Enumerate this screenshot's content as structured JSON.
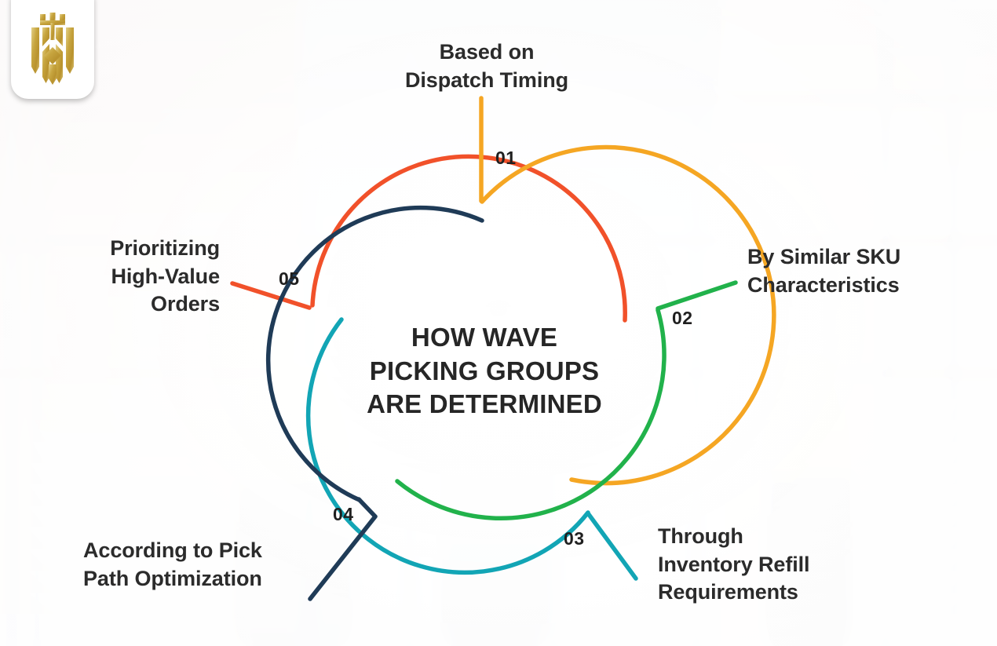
{
  "brand": {
    "logo_icon": "heraldic-shield-crest-icon",
    "logo_color": "#c9a227"
  },
  "center": {
    "title": "HOW WAVE\nPICKING GROUPS\nARE DETERMINED"
  },
  "colors": {
    "step_01": "#f5a623",
    "step_02": "#21b24b",
    "step_03": "#12a5b5",
    "step_04": "#1f3b57",
    "step_05": "#f1512a",
    "text": "#2b2b2b",
    "background": "#f4f2f0"
  },
  "steps": [
    {
      "number": "01",
      "label": "Based on\nDispatch Timing",
      "color": "#f5a623"
    },
    {
      "number": "02",
      "label": "By Similar SKU\nCharacteristics",
      "color": "#21b24b"
    },
    {
      "number": "03",
      "label": "Through\nInventory Refill\nRequirements",
      "color": "#12a5b5"
    },
    {
      "number": "04",
      "label": "According to Pick\nPath Optimization",
      "color": "#1f3b57"
    },
    {
      "number": "05",
      "label": "Prioritizing\nHigh-Value\nOrders",
      "color": "#f1512a"
    }
  ]
}
